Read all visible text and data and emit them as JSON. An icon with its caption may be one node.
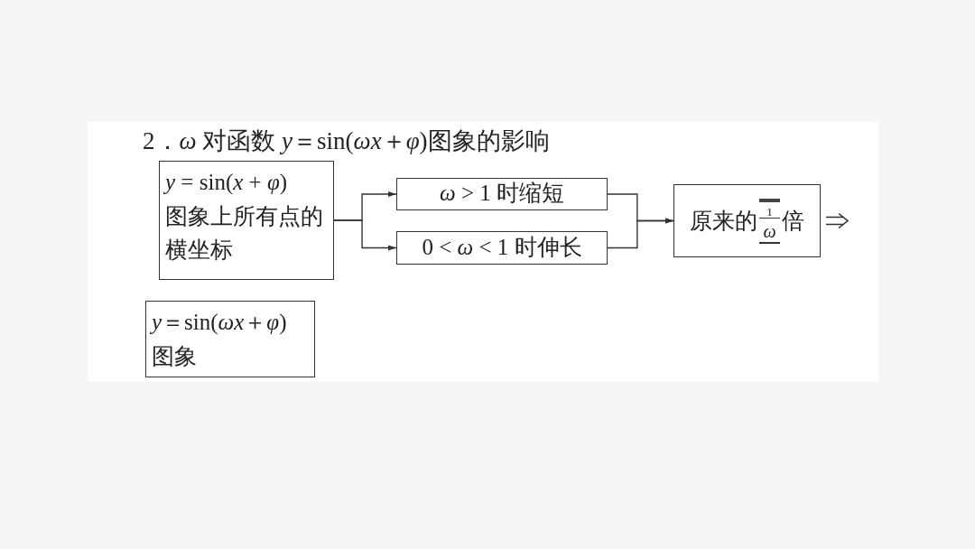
{
  "diagram": {
    "title": "2．*ω* 对函数 *y*＝sin(*ωx*＋*φ*)图象的影响",
    "nodes": [
      {
        "text": [
          "*y* = sin(*x* + *φ*)",
          "图象上所有点的横坐标"
        ]
      },
      {
        "text": [
          "*ω* > 1 时缩短"
        ]
      },
      {
        "text": [
          "0 < *ω* < 1 时伸长"
        ]
      },
      {
        "text": [
          "原来的",
          "1",
          "*ω*",
          "倍"
        ]
      },
      {
        "text": [
          "*y*＝sin(*ωx*＋*φ*)",
          "图象"
        ]
      }
    ],
    "edges": [
      {
        "from": 0,
        "to": 1,
        "arrow": "to"
      },
      {
        "from": 0,
        "to": 2,
        "arrow": "to"
      },
      {
        "from": 1,
        "to": 3,
        "arrow": "to"
      },
      {
        "from": 2,
        "to": 3,
        "arrow": "to"
      },
      {
        "from": 3,
        "to": null,
        "arrow": "to"
      }
    ]
  }
}
